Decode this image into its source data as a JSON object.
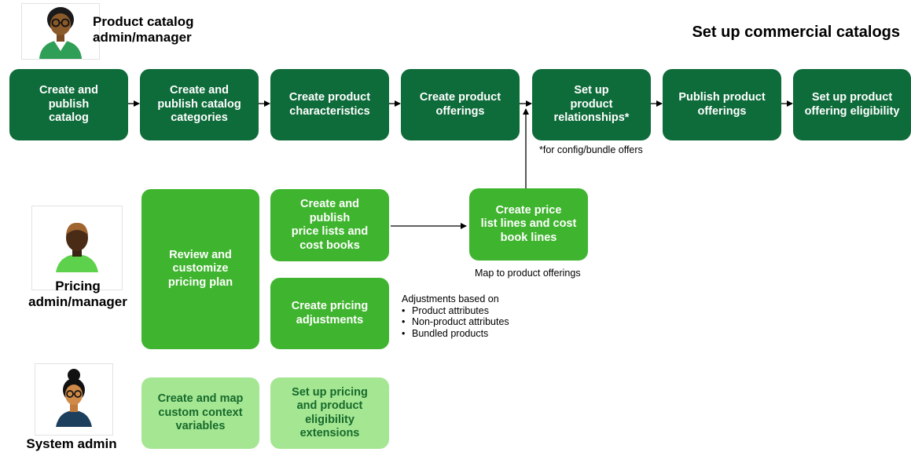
{
  "title": "Set up commercial catalogs",
  "roles": {
    "catalog": "Product catalog\nadmin/manager",
    "pricing": "Pricing\nadmin/manager",
    "system": "System admin"
  },
  "catalog_steps": [
    "Create and\npublish\ncatalog",
    "Create and\npublish catalog\ncategories",
    "Create product\ncharacteristics",
    "Create product\nofferings",
    "Set up\nproduct\nrelationships*",
    "Publish product\nofferings",
    "Set up product\noffering eligibility"
  ],
  "footnote": "*for config/bundle offers",
  "pricing": {
    "review": "Review and\ncustomize\npricing plan",
    "price_lists": "Create and\npublish\nprice lists and\ncost books",
    "adjustments": "Create pricing\nadjustments",
    "price_lines": "Create price\nlist lines and cost\nbook lines",
    "map_note": "Map to product offerings",
    "adjust_note_title": "Adjustments based on",
    "adjust_bullets": [
      "Product attributes",
      "Non-product attributes",
      "Bundled products"
    ]
  },
  "system": {
    "context_vars": "Create and map\ncustom context\nvariables",
    "extensions": "Set up pricing\nand product\neligibility\nextensions"
  },
  "colors": {
    "dark_green": "#0e6b3a",
    "mid_green": "#3fb42e",
    "light_green": "#a5e693",
    "light_text": "#166a2b"
  }
}
